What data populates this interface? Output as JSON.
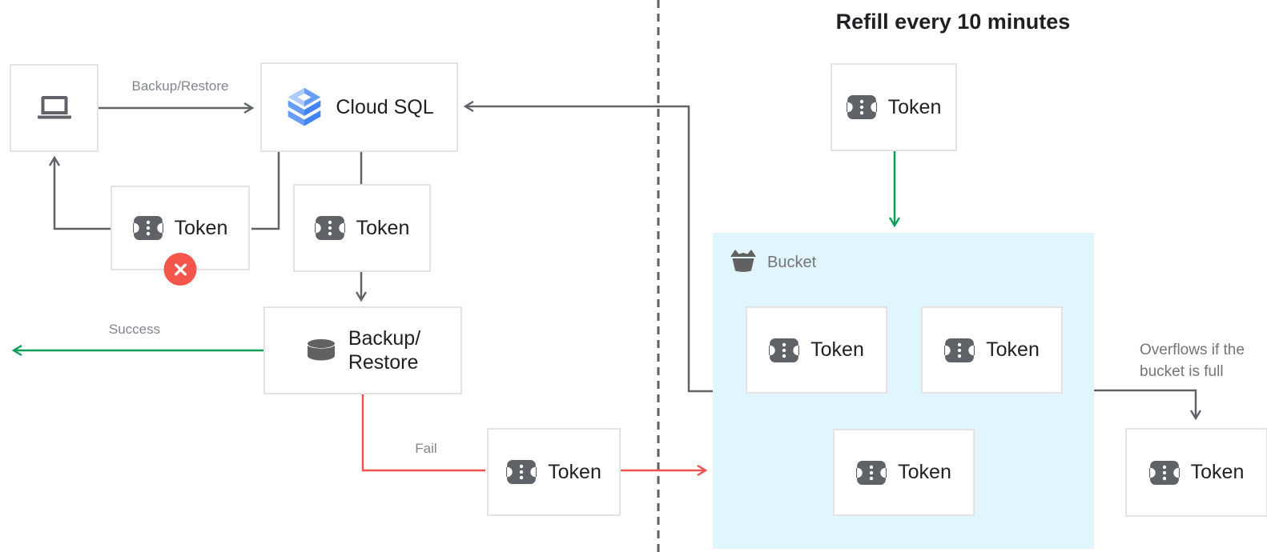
{
  "title": "Refill every 10 minutes",
  "colors": {
    "arrow_gray": "#5f6368",
    "arrow_green": "#0f9d58",
    "arrow_red": "#ef5350",
    "error_badge_red": "#f4564c",
    "bucket_fill": "#e1f5fe",
    "icon_gray": "#616161",
    "cloud_sql_blue_dark": "#4285f4",
    "cloud_sql_blue_mid": "#669df6",
    "cloud_sql_blue_light": "#aecbfa",
    "box_border": "#e3e3e3",
    "label_gray": "#80868b"
  },
  "nodes": {
    "cloud_sql": {
      "label": "Cloud SQL"
    },
    "token_denied": {
      "label": "Token"
    },
    "token_request": {
      "label": "Token"
    },
    "backup_restore": {
      "line1": "Backup/",
      "line2": "Restore"
    },
    "token_fail": {
      "label": "Token"
    },
    "token_refill": {
      "label": "Token"
    },
    "token_overflow": {
      "label": "Token"
    },
    "bucket": {
      "label": "Bucket",
      "tokens": [
        "Token",
        "Token",
        "Token"
      ]
    }
  },
  "labels": {
    "backup_restore_edge": "Backup/Restore",
    "success": "Success",
    "fail": "Fail",
    "overflow_line1": "Overflows if the",
    "overflow_line2": "bucket is full"
  }
}
